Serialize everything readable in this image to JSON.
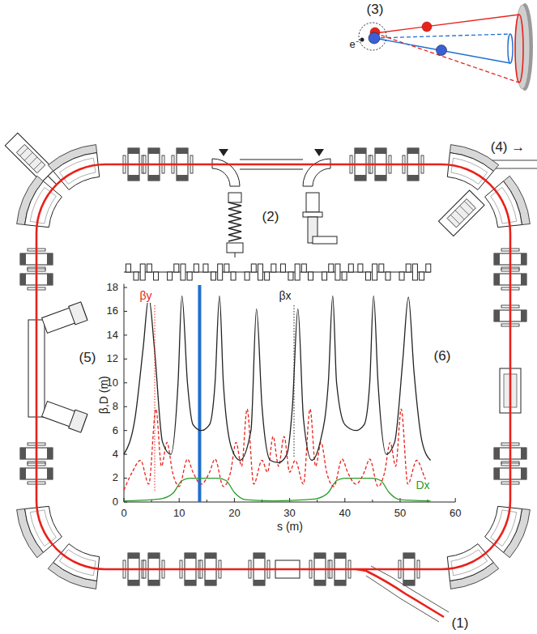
{
  "diagram": {
    "labels": [
      "(3)",
      "e⁻",
      "(2)",
      "(4) →",
      "(5)",
      "(6)",
      "18",
      "16",
      "14",
      "12",
      "10",
      "8",
      "6",
      "4",
      "2",
      "0",
      "0",
      "10",
      "20",
      "30",
      "40",
      "50",
      "60",
      "s (m)",
      "β,D (m)",
      "βy",
      "βx",
      "Dx",
      "(1)"
    ]
  }
}
